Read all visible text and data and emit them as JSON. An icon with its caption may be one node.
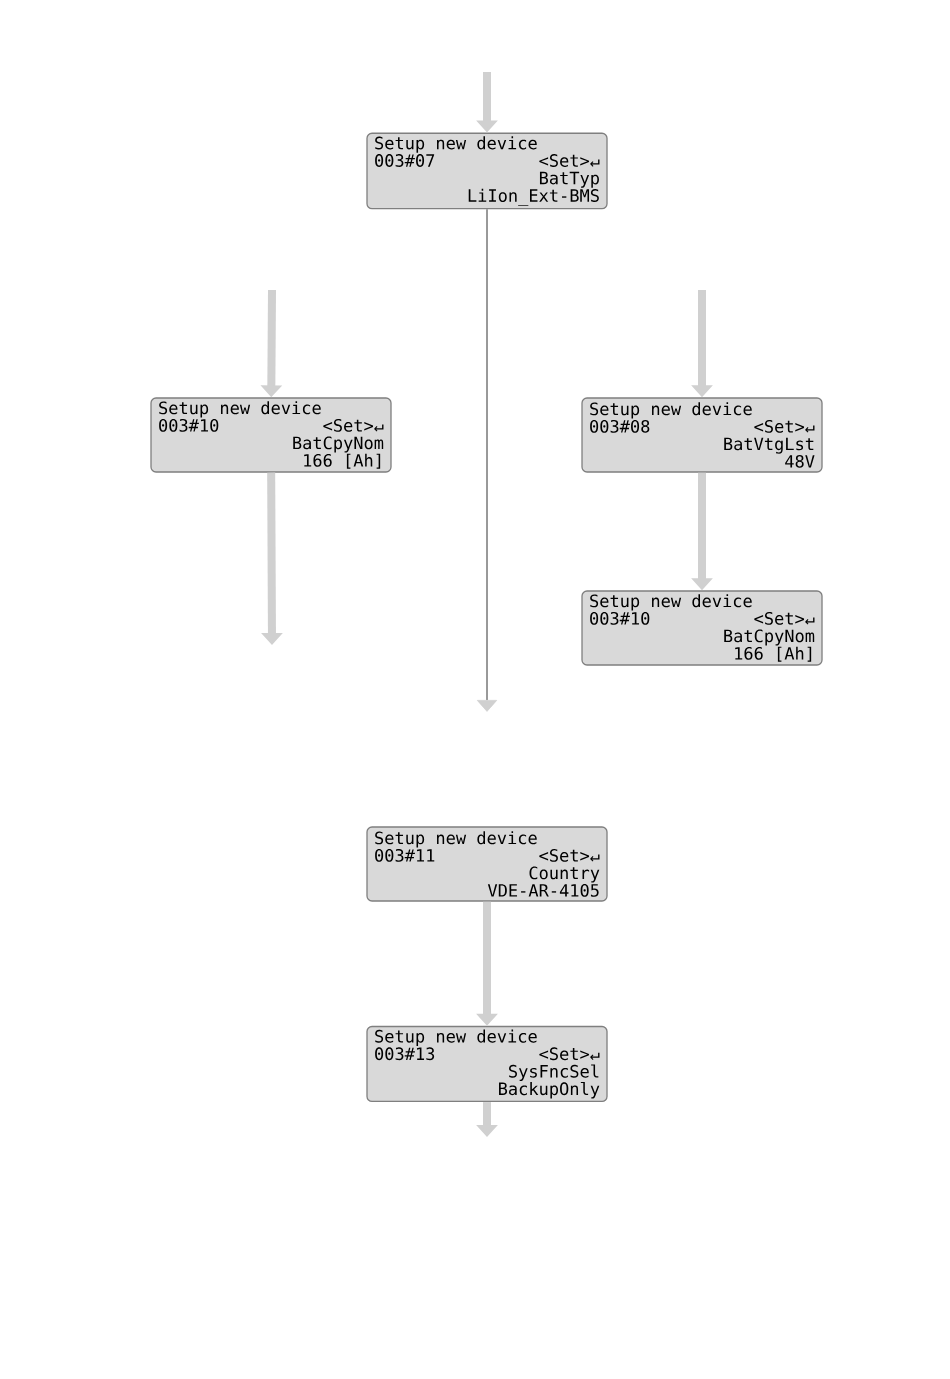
{
  "diagram": {
    "nodes": [
      {
        "text": [
          "Setup new device",
          "003#07",
          "<Set>↵",
          "BatTyp",
          "LiIon_Ext-BMS"
        ]
      },
      {
        "text": [
          "Setup new device",
          "003#10",
          "<Set>↵",
          "BatCpyNom",
          "166 [Ah]"
        ]
      },
      {
        "text": [
          "Setup new device",
          "003#08",
          "<Set>↵",
          "BatVtgLst",
          "48V"
        ]
      },
      {
        "text": [
          "Setup new device",
          "003#10",
          "<Set>↵",
          "BatCpyNom",
          "166 [Ah]"
        ]
      },
      {
        "text": [
          "Setup new device",
          "003#11",
          "<Set>↵",
          "Country",
          "VDE-AR-4105"
        ]
      },
      {
        "text": [
          "Setup new device",
          "003#13",
          "<Set>↵",
          "SysFncSel",
          "BackupOnly"
        ]
      }
    ],
    "edges": [
      {
        "from": null,
        "to": 0,
        "arrow": "to"
      },
      {
        "from": null,
        "to": 1,
        "arrow": "to"
      },
      {
        "from": null,
        "to": 2,
        "arrow": "to"
      },
      {
        "from": 2,
        "to": 3,
        "arrow": "to"
      },
      {
        "from": 1,
        "to": null,
        "arrow": "to"
      },
      {
        "from": 0,
        "to": null,
        "arrow": "to",
        "color": "#000000"
      },
      {
        "from": 4,
        "to": 5,
        "arrow": "to"
      },
      {
        "from": 5,
        "to": null,
        "arrow": "to"
      }
    ]
  }
}
